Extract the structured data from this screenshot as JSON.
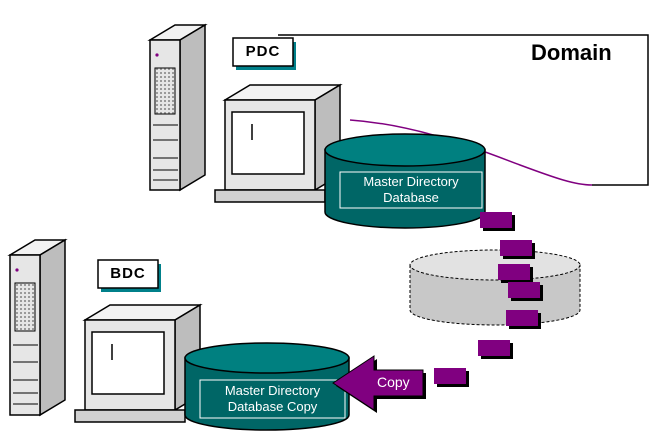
{
  "domain_label": "Domain",
  "pdc": {
    "tag": "PDC",
    "database_line1": "Master Directory",
    "database_line2": "Database"
  },
  "bdc": {
    "tag": "BDC",
    "database_line1": "Master Directory",
    "database_line2": "Database Copy"
  },
  "copy_label": "Copy",
  "colors": {
    "database_top": "#008080",
    "database_body": "#006666",
    "packet": "#800080",
    "arrow": "#800080",
    "ghost_disk": "#c8c8c8",
    "server_case": "#e6e6e6",
    "domain_line": "#800080"
  },
  "icons": [
    "server-tower-icon",
    "monitor-icon",
    "database-cylinder-icon",
    "data-packet-icon",
    "arrow-left-icon"
  ]
}
